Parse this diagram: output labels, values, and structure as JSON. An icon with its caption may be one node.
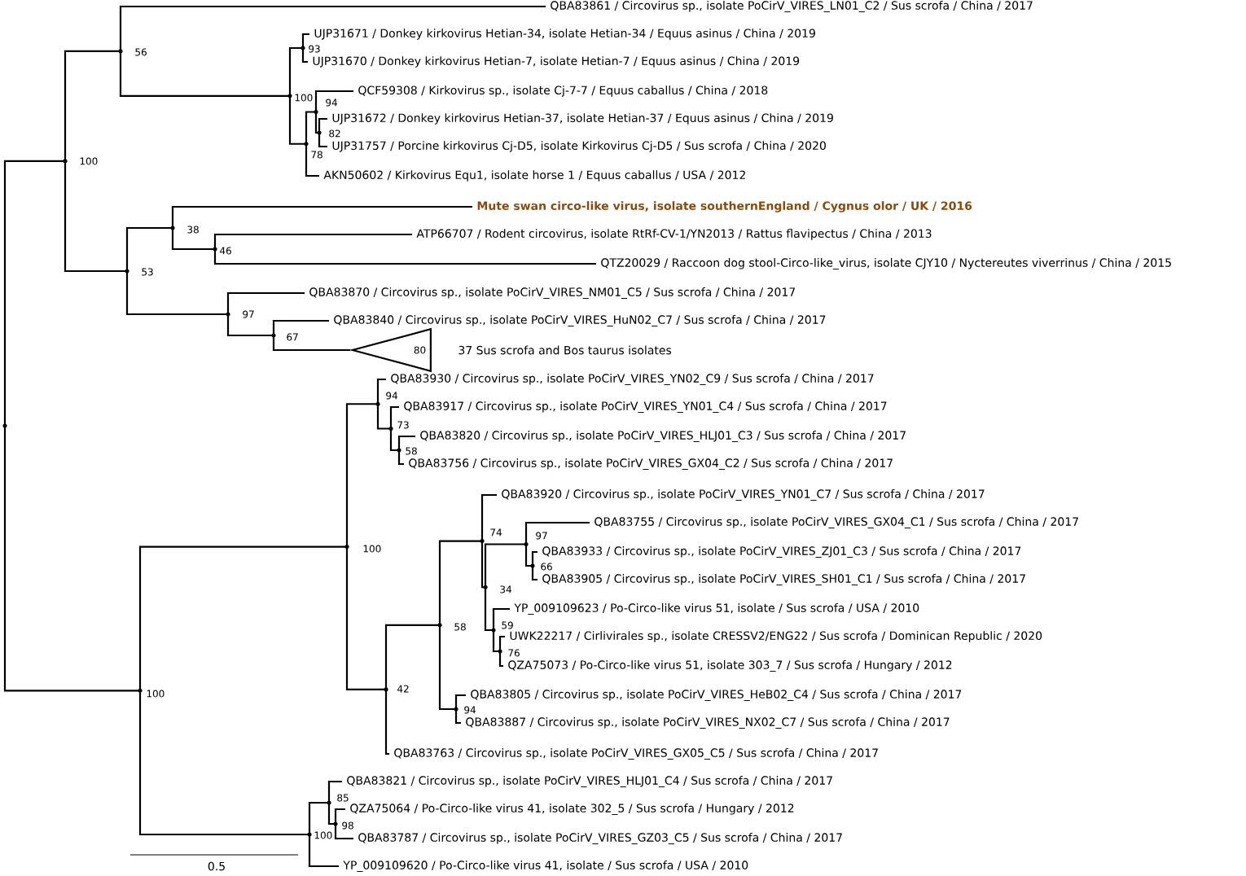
{
  "diagram": {
    "nodes": [
      {
        "text": [
          "QBA83861 / Circovirus sp., isolate PoCirV_VIRES_LN01_C2 / Sus scrofa / China / 2017"
        ]
      },
      {
        "text": [
          "UJP31671 / Donkey kirkovirus Hetian-34, isolate Hetian-34 / Equus asinus / China / 2019"
        ]
      },
      {
        "text": [
          "UJP31670 / Donkey kirkovirus Hetian-7, isolate Hetian-7 / Equus asinus / China / 2019"
        ]
      },
      {
        "text": [
          "QCF59308 / Kirkovirus sp., isolate Cj-7-7 / Equus caballus / China / 2018"
        ]
      },
      {
        "text": [
          "UJP31672 / Donkey kirkovirus Hetian-37, isolate Hetian-37 / Equus asinus / China / 2019"
        ]
      },
      {
        "text": [
          "UJP31757 / Porcine kirkovirus Cj-D5, isolate Kirkovirus Cj-D5 / Sus scrofa / China / 2020"
        ]
      },
      {
        "text": [
          "AKN50602 / Kirkovirus Equ1, isolate horse 1 / Equus caballus / USA / 2012"
        ]
      },
      {
        "text": [
          "Mute swan circo-like virus, isolate southernEngland / Cygnus olor / UK / 2016"
        ]
      },
      {
        "text": [
          "ATP66707 / Rodent circovirus, isolate RtRf-CV-1/YN2013 / Rattus flavipectus / China / 2013"
        ]
      },
      {
        "text": [
          "QTZ20029 / Raccoon dog stool-Circo-like_virus, isolate CJY10 / Nyctereutes viverrinus / China / 2015"
        ]
      },
      {
        "text": [
          "QBA83870 / Circovirus sp., isolate PoCirV_VIRES_NM01_C5 / Sus scrofa / China / 2017"
        ]
      },
      {
        "text": [
          "QBA83840 / Circovirus sp., isolate PoCirV_VIRES_HuN02_C7 / Sus scrofa / China / 2017"
        ]
      },
      {
        "text": [
          "80"
        ],
        "beside": [
          "37 Sus scrofa and Bos taurus isolates"
        ]
      },
      {
        "text": [
          "QBA83930 / Circovirus sp., isolate PoCirV_VIRES_YN02_C9 / Sus scrofa / China / 2017"
        ]
      },
      {
        "text": [
          "QBA83917 / Circovirus sp., isolate PoCirV_VIRES_YN01_C4 / Sus scrofa / China / 2017"
        ]
      },
      {
        "text": [
          "QBA83820 / Circovirus sp., isolate PoCirV_VIRES_HLJ01_C3 / Sus scrofa / China / 2017"
        ]
      },
      {
        "text": [
          "QBA83756 / Circovirus sp., isolate PoCirV_VIRES_GX04_C2 / Sus scrofa / China / 2017"
        ]
      },
      {
        "text": [
          "QBA83920 / Circovirus sp., isolate PoCirV_VIRES_YN01_C7 / Sus scrofa / China / 2017"
        ]
      },
      {
        "text": [
          "QBA83755 / Circovirus sp., isolate PoCirV_VIRES_GX04_C1 / Sus scrofa / China / 2017"
        ]
      },
      {
        "text": [
          "QBA83933 / Circovirus sp., isolate PoCirV_VIRES_ZJ01_C3 / Sus scrofa / China / 2017"
        ]
      },
      {
        "text": [
          "QBA83905 / Circovirus sp., isolate PoCirV_VIRES_SH01_C1 / Sus scrofa / China / 2017"
        ]
      },
      {
        "text": [
          "YP_009109623 / Po-Circo-like virus 51, isolate  / Sus scrofa / USA / 2010"
        ]
      },
      {
        "text": [
          "UWK22217 / Cirlivirales sp., isolate CRESSV2/ENG22 / Sus scrofa / Dominican Republic / 2020"
        ]
      },
      {
        "text": [
          "QZA75073 / Po-Circo-like virus 51, isolate 303_7 / Sus scrofa / Hungary / 2012"
        ]
      },
      {
        "text": [
          "QBA83805 / Circovirus sp., isolate PoCirV_VIRES_HeB02_C4 / Sus scrofa / China / 2017"
        ]
      },
      {
        "text": [
          "QBA83887 / Circovirus sp., isolate PoCirV_VIRES_NX02_C7 / Sus scrofa / China / 2017"
        ]
      },
      {
        "text": [
          "QBA83763 / Circovirus sp., isolate PoCirV_VIRES_GX05_C5 / Sus scrofa / China / 2017"
        ]
      },
      {
        "text": [
          "QBA83821 / Circovirus sp., isolate PoCirV_VIRES_HLJ01_C4 / Sus scrofa / China / 2017"
        ]
      },
      {
        "text": [
          "QZA75064 / Po-Circo-like virus 41, isolate 302_5 / Sus scrofa / Hungary / 2012"
        ]
      },
      {
        "text": [
          "QBA83787 / Circovirus sp., isolate PoCirV_VIRES_GZ03_C5 / Sus scrofa / China / 2017"
        ]
      },
      {
        "text": [
          "YP_009109620 / Po-Circo-like virus 41, isolate  / Sus scrofa / USA / 2010"
        ]
      },
      {
        "text": [],
        "shape": "point"
      },
      {
        "text": [],
        "shape": "point",
        "beside": [
          "100"
        ]
      },
      {
        "text": [],
        "shape": "point",
        "beside": [
          "56"
        ]
      },
      {
        "text": [],
        "shape": "point",
        "beside": [
          "100"
        ]
      },
      {
        "text": [],
        "shape": "point",
        "beside": [
          "93"
        ]
      },
      {
        "text": [],
        "shape": "point",
        "beside": [
          "78"
        ]
      },
      {
        "text": [],
        "shape": "point",
        "beside": [
          "94"
        ]
      },
      {
        "text": [],
        "shape": "point",
        "beside": [
          "82"
        ]
      },
      {
        "text": [],
        "shape": "point",
        "beside": [
          "53"
        ]
      },
      {
        "text": [],
        "shape": "point",
        "beside": [
          "38"
        ]
      },
      {
        "text": [],
        "shape": "point",
        "beside": [
          "46"
        ]
      },
      {
        "text": [],
        "shape": "point",
        "beside": [
          "97"
        ]
      },
      {
        "text": [],
        "shape": "point",
        "beside": [
          "67"
        ]
      },
      {
        "text": [],
        "shape": "point",
        "beside": [
          "100"
        ]
      },
      {
        "text": [],
        "shape": "point",
        "beside": [
          "100"
        ]
      },
      {
        "text": [],
        "shape": "point",
        "beside": [
          "94"
        ]
      },
      {
        "text": [],
        "shape": "point",
        "beside": [
          "73"
        ]
      },
      {
        "text": [],
        "shape": "point",
        "beside": [
          "58"
        ]
      },
      {
        "text": [],
        "shape": "point",
        "beside": [
          "42"
        ]
      },
      {
        "text": [],
        "shape": "point",
        "beside": [
          "58"
        ]
      },
      {
        "text": [],
        "shape": "point",
        "beside": [
          "74"
        ]
      },
      {
        "text": [],
        "shape": "point",
        "beside": [
          "34"
        ]
      },
      {
        "text": [],
        "shape": "point",
        "beside": [
          "97"
        ]
      },
      {
        "text": [],
        "shape": "point",
        "beside": [
          "66"
        ]
      },
      {
        "text": [],
        "shape": "point",
        "beside": [
          "59"
        ]
      },
      {
        "text": [],
        "shape": "point",
        "beside": [
          "76"
        ]
      },
      {
        "text": [],
        "shape": "point",
        "beside": [
          "94"
        ]
      },
      {
        "text": [],
        "shape": "point",
        "beside": [
          "100"
        ]
      },
      {
        "text": [],
        "shape": "point",
        "beside": [
          "85"
        ]
      },
      {
        "text": [],
        "shape": "point",
        "beside": [
          "98"
        ]
      }
    ],
    "edges": [
      {
        "from": 31,
        "to": 32,
        "arrow": "none"
      },
      {
        "from": 31,
        "to": 44,
        "arrow": "none"
      },
      {
        "from": 32,
        "to": 33,
        "arrow": "none"
      },
      {
        "from": 32,
        "to": 39,
        "arrow": "none"
      },
      {
        "from": 33,
        "to": 0,
        "arrow": "none"
      },
      {
        "from": 33,
        "to": 34,
        "arrow": "none"
      },
      {
        "from": 34,
        "to": 35,
        "arrow": "none"
      },
      {
        "from": 34,
        "to": 36,
        "arrow": "none"
      },
      {
        "from": 35,
        "to": 1,
        "arrow": "none"
      },
      {
        "from": 35,
        "to": 2,
        "arrow": "none"
      },
      {
        "from": 36,
        "to": 37,
        "arrow": "none"
      },
      {
        "from": 36,
        "to": 6,
        "arrow": "none"
      },
      {
        "from": 37,
        "to": 3,
        "arrow": "none"
      },
      {
        "from": 37,
        "to": 38,
        "arrow": "none"
      },
      {
        "from": 38,
        "to": 4,
        "arrow": "none"
      },
      {
        "from": 38,
        "to": 5,
        "arrow": "none"
      },
      {
        "from": 39,
        "to": 40,
        "arrow": "none"
      },
      {
        "from": 39,
        "to": 42,
        "arrow": "none"
      },
      {
        "from": 40,
        "to": 7,
        "arrow": "none"
      },
      {
        "from": 40,
        "to": 41,
        "arrow": "none"
      },
      {
        "from": 41,
        "to": 8,
        "arrow": "none"
      },
      {
        "from": 41,
        "to": 9,
        "arrow": "none"
      },
      {
        "from": 42,
        "to": 10,
        "arrow": "none"
      },
      {
        "from": 42,
        "to": 43,
        "arrow": "none"
      },
      {
        "from": 43,
        "to": 11,
        "arrow": "none"
      },
      {
        "from": 43,
        "to": 12,
        "arrow": "none"
      },
      {
        "from": 44,
        "to": 45,
        "arrow": "none"
      },
      {
        "from": 44,
        "to": 58,
        "arrow": "none"
      },
      {
        "from": 45,
        "to": 46,
        "arrow": "none"
      },
      {
        "from": 45,
        "to": 49,
        "arrow": "none"
      },
      {
        "from": 46,
        "to": 13,
        "arrow": "none"
      },
      {
        "from": 46,
        "to": 47,
        "arrow": "none"
      },
      {
        "from": 47,
        "to": 14,
        "arrow": "none"
      },
      {
        "from": 47,
        "to": 48,
        "arrow": "none"
      },
      {
        "from": 48,
        "to": 15,
        "arrow": "none"
      },
      {
        "from": 48,
        "to": 16,
        "arrow": "none"
      },
      {
        "from": 49,
        "to": 50,
        "arrow": "none"
      },
      {
        "from": 49,
        "to": 26,
        "arrow": "none"
      },
      {
        "from": 50,
        "to": 51,
        "arrow": "none"
      },
      {
        "from": 50,
        "to": 57,
        "arrow": "none"
      },
      {
        "from": 51,
        "to": 17,
        "arrow": "none"
      },
      {
        "from": 51,
        "to": 52,
        "arrow": "none"
      },
      {
        "from": 52,
        "to": 53,
        "arrow": "none"
      },
      {
        "from": 52,
        "to": 55,
        "arrow": "none"
      },
      {
        "from": 53,
        "to": 18,
        "arrow": "none"
      },
      {
        "from": 53,
        "to": 54,
        "arrow": "none"
      },
      {
        "from": 54,
        "to": 19,
        "arrow": "none"
      },
      {
        "from": 54,
        "to": 20,
        "arrow": "none"
      },
      {
        "from": 55,
        "to": 21,
        "arrow": "none"
      },
      {
        "from": 55,
        "to": 56,
        "arrow": "none"
      },
      {
        "from": 56,
        "to": 22,
        "arrow": "none"
      },
      {
        "from": 56,
        "to": 23,
        "arrow": "none"
      },
      {
        "from": 57,
        "to": 24,
        "arrow": "none"
      },
      {
        "from": 57,
        "to": 25,
        "arrow": "none"
      },
      {
        "from": 58,
        "to": 59,
        "arrow": "none"
      },
      {
        "from": 58,
        "to": 30,
        "arrow": "none"
      },
      {
        "from": 59,
        "to": 27,
        "arrow": "none"
      },
      {
        "from": 59,
        "to": 60,
        "arrow": "none"
      },
      {
        "from": 60,
        "to": 28,
        "arrow": "none"
      },
      {
        "from": 60,
        "to": 29,
        "arrow": "none"
      }
    ],
    "labels": [
      "0.5"
    ]
  }
}
